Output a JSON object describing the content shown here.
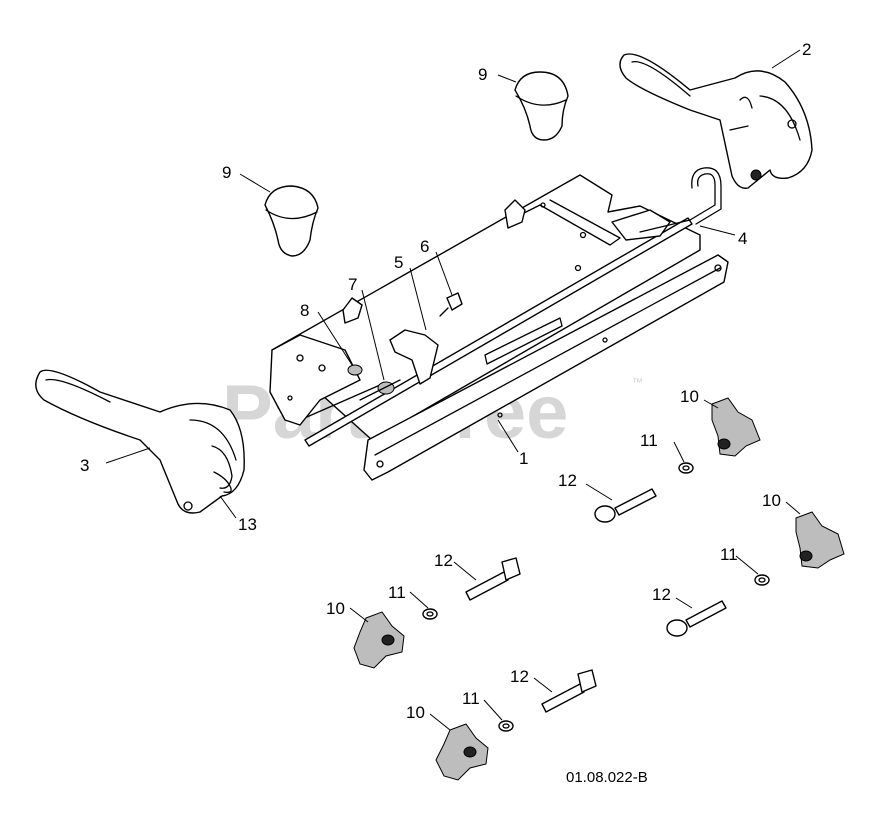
{
  "diagram": {
    "watermark": "PartsTree",
    "watermark_mark": "™",
    "drawing_code": "01.08.022-B",
    "callouts": {
      "c1": "1",
      "c2": "2",
      "c3": "3",
      "c4": "4",
      "c5": "5",
      "c6": "6",
      "c7": "7",
      "c8": "8",
      "c9a": "9",
      "c9b": "9",
      "c10a": "10",
      "c10b": "10",
      "c10c": "10",
      "c10d": "10",
      "c11a": "11",
      "c11b": "11",
      "c11c": "11",
      "c11d": "11",
      "c12a": "12",
      "c12b": "12",
      "c12c": "12",
      "c12d": "12",
      "c13": "13"
    }
  }
}
